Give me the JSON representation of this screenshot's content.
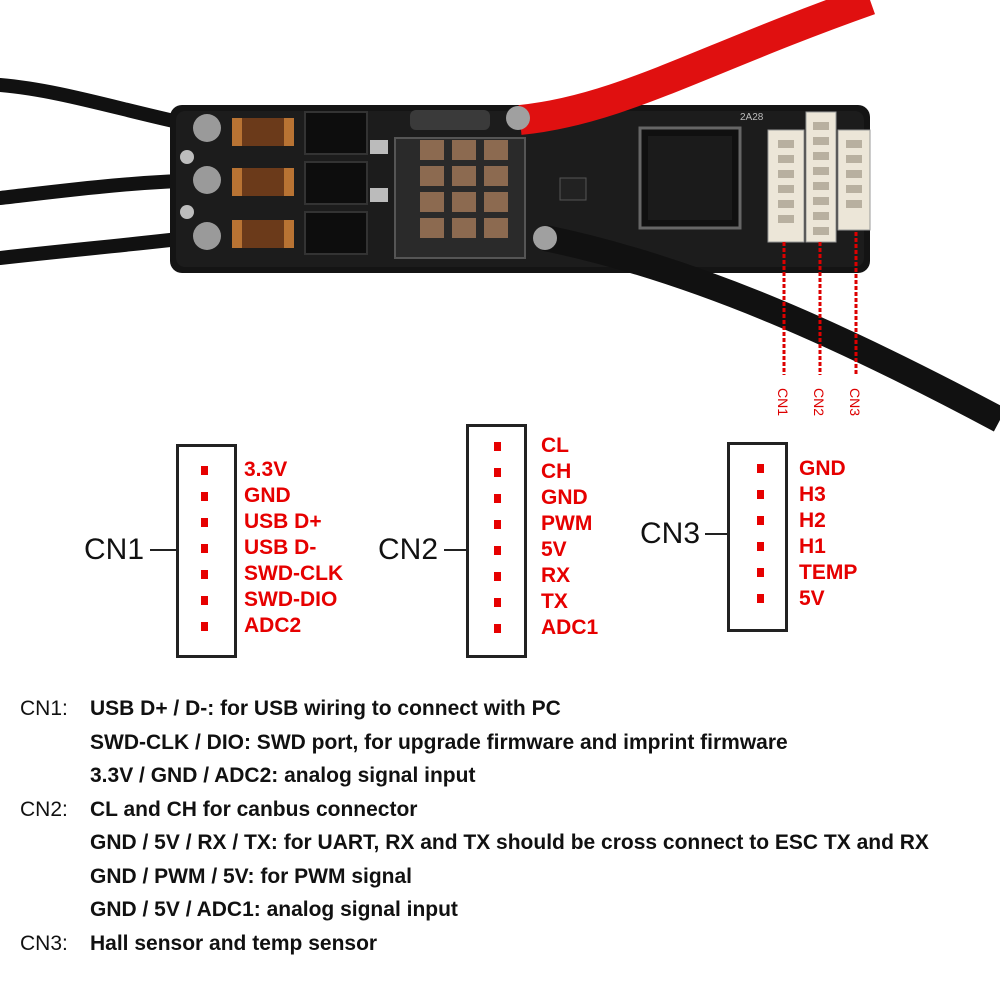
{
  "board": {
    "connector_tags": [
      "CN1",
      "CN2",
      "CN3"
    ],
    "silkscreen": "2A28"
  },
  "connectors": [
    {
      "name": "CN1",
      "pins": [
        "3.3V",
        "GND",
        "USB D+",
        "USB D-",
        "SWD-CLK",
        "SWD-DIO",
        "ADC2"
      ]
    },
    {
      "name": "CN2",
      "pins": [
        "CL",
        "CH",
        "GND",
        "PWM",
        "5V",
        "RX",
        "TX",
        "ADC1"
      ]
    },
    {
      "name": "CN3",
      "pins": [
        "GND",
        "H3",
        "H2",
        "H1",
        "TEMP",
        "5V"
      ]
    }
  ],
  "notes": [
    {
      "key": "CN1:",
      "text": "USB D+ / D-:   for USB wiring to connect with PC"
    },
    {
      "key": "",
      "text": "SWD-CLK / DIO: SWD port, for upgrade firmware and imprint firmware"
    },
    {
      "key": "",
      "text": "3.3V / GND / ADC2: analog signal input"
    },
    {
      "key": "CN2:",
      "text": "CL and CH for canbus connector"
    },
    {
      "key": "",
      "text": "GND / 5V / RX / TX:  for UART, RX and TX should be cross connect to ESC TX and RX"
    },
    {
      "key": "",
      "text": "GND / PWM / 5V: for PWM signal"
    },
    {
      "key": "",
      "text": "GND / 5V / ADC1: analog signal input"
    },
    {
      "key": "CN3:",
      "text": "Hall sensor and temp sensor"
    }
  ],
  "colors": {
    "pin_text": "#e60000",
    "pcb": "#141414",
    "wire_red": "#e01010",
    "wire_black": "#111111"
  }
}
